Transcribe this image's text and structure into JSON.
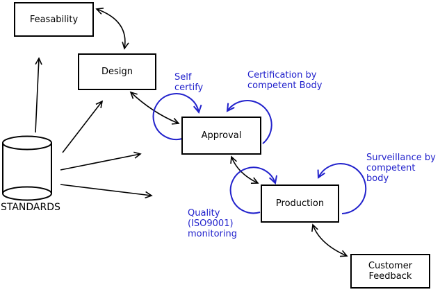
{
  "diagram": {
    "description": "Product lifecycle / conformity assessment process diagram",
    "colors": {
      "line": "#000000",
      "annotation_blue": "#2222cc",
      "node_fill": "#ffffff",
      "background": "#ffffff"
    },
    "nodes": {
      "feasability": {
        "label": "Feasability",
        "shape": "rectangle"
      },
      "design": {
        "label": "Design",
        "shape": "rectangle"
      },
      "approval": {
        "label": "Approval",
        "shape": "rectangle"
      },
      "production": {
        "label": "Production",
        "shape": "rectangle"
      },
      "customer_feedback": {
        "label": "Customer\nFeedback",
        "shape": "rectangle"
      },
      "standards": {
        "label": "STANDARDS",
        "shape": "cylinder"
      }
    },
    "annotations": {
      "self_certify": {
        "label": "Self\ncertify",
        "color": "#2222cc"
      },
      "certification": {
        "label": "Certification by\ncompetent Body",
        "color": "#2222cc"
      },
      "surveillance": {
        "label": "Surveillance by\ncompetent body",
        "color": "#2222cc"
      },
      "quality": {
        "label": "Quality\n(ISO9001)\nmonitoring",
        "color": "#2222cc"
      }
    },
    "edges": [
      {
        "from": "standards",
        "to": "feasability",
        "heads": "single",
        "color": "black"
      },
      {
        "from": "standards",
        "to": "design",
        "heads": "single",
        "color": "black"
      },
      {
        "from": "standards",
        "to": "approval",
        "heads": "single",
        "color": "black"
      },
      {
        "from": "standards",
        "to": "production",
        "heads": "single",
        "color": "black"
      },
      {
        "from": "feasability",
        "to": "design",
        "heads": "double",
        "color": "black"
      },
      {
        "from": "design",
        "to": "approval",
        "heads": "double",
        "color": "black"
      },
      {
        "from": "approval",
        "to": "production",
        "heads": "double",
        "color": "black"
      },
      {
        "from": "production",
        "to": "customer_feedback",
        "heads": "double",
        "color": "black"
      },
      {
        "on": "approval",
        "type": "self-loop",
        "annotation": "self_certify",
        "color": "blue"
      },
      {
        "on": "approval",
        "type": "self-loop",
        "annotation": "certification",
        "color": "blue"
      },
      {
        "on": "production",
        "type": "self-loop",
        "annotation": "quality",
        "color": "blue"
      },
      {
        "on": "production",
        "type": "self-loop",
        "annotation": "surveillance",
        "color": "blue"
      }
    ]
  }
}
